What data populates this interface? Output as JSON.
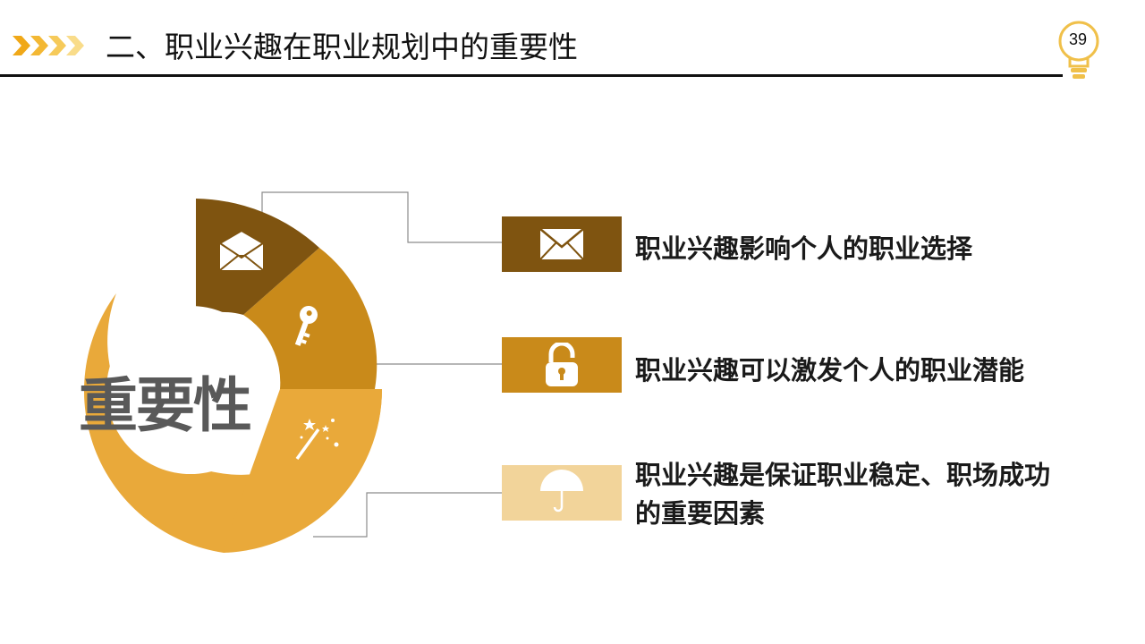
{
  "header": {
    "title": "二、职业兴趣在职业规划中的重要性",
    "page_number": "39"
  },
  "diagram": {
    "center_label": "重要性",
    "points": [
      {
        "text": "职业兴趣影响个人的职业选择",
        "icon": "envelope-icon",
        "color": "#7f5410"
      },
      {
        "text": "职业兴趣可以激发个人的职业潜能",
        "icon": "padlock-icon",
        "color": "#c98a1a"
      },
      {
        "text": "职业兴趣是保证职业稳定、职场成功的重要因素",
        "icon": "umbrella-icon",
        "color": "#f2d49a"
      }
    ],
    "segment_icons": [
      "envelope-icon",
      "key-icon",
      "magic-wand-icon"
    ],
    "colors": {
      "dark": "#7f5410",
      "medium": "#c98a1a",
      "light": "#e9a93a",
      "pale": "#f2d49a",
      "label": "#595959"
    }
  }
}
